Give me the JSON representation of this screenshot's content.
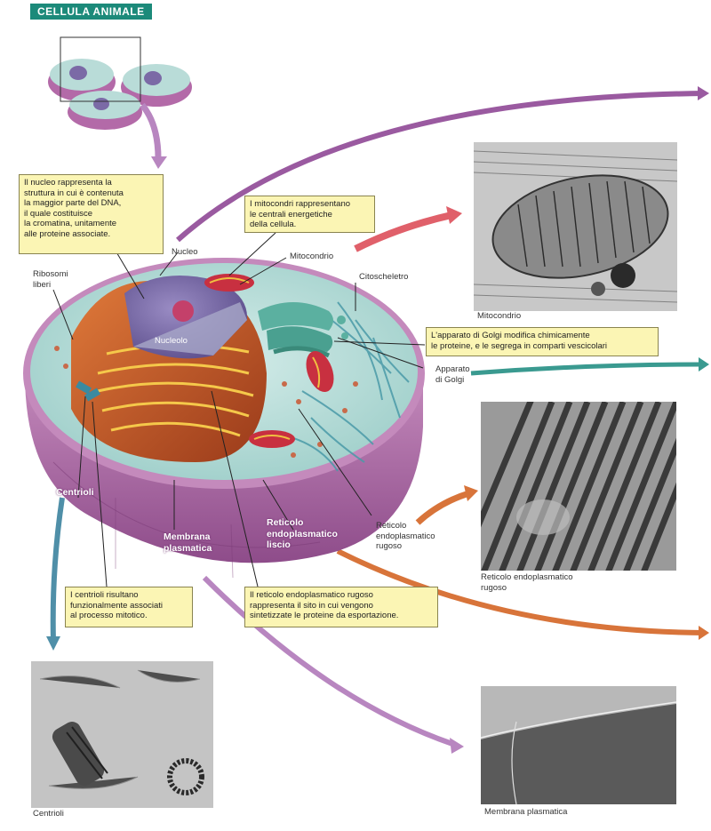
{
  "title": "CELLULA ANIMALE",
  "callouts": {
    "nucleus": "Il nucleo rappresenta la\nstruttura in cui è contenuta\nla maggior parte del DNA,\nil quale costituisce\nla cromatina, unitamente\nalle proteine associate.",
    "mitochondria": "I mitocondri rappresentano\nle centrali energetiche\ndella cellula.",
    "golgi": "L'apparato di Golgi modifica chimicamente\nle proteine, e le segrega in comparti vescicolari",
    "centrioles": "I centrioli risultano\nfunzionalmente associati\nal processo mitotico.",
    "rough_er": "Il reticolo endoplasmatico rugoso\nrappresenta il sito in cui vengono\nsintetizzate le proteine da esportazione."
  },
  "labels": {
    "nucleus": "Nucleo",
    "mitochondrion": "Mitocondrio",
    "free_ribosomes": "Ribosomi\nliberi",
    "cytoskeleton": "Citoscheletro",
    "nucleolus": "Nucleolo",
    "golgi_apparatus": "Apparato\ndi Golgi",
    "rough_er": "Reticolo\nendoplasmatico\nrugoso",
    "centrioles": "Centrioli",
    "plasma_membrane": "Membrana\nplasmatica",
    "smooth_er": "Reticolo\nendoplasmatico\nliscio"
  },
  "captions": {
    "mitochondrion": "Mitocondrio",
    "rough_er": "Reticolo endoplasmatico\nrugoso",
    "centrioles": "Centrioli",
    "plasma_membrane": "Membrana plasmatica"
  },
  "colors": {
    "title_bg": "#1c8a7a",
    "callout_bg": "#fbf5b4",
    "cytoplasm": "#b9dcd8",
    "membrane": "#b06aa8",
    "nucleus": "#7b6aa6",
    "rough_er": "#c0502a",
    "golgi": "#5bb0a0",
    "arrow_purple": "#9a5aa0",
    "arrow_red": "#e0606a",
    "arrow_teal": "#3a9a90",
    "arrow_orange": "#d8743a",
    "arrow_lilac": "#b886c0",
    "arrow_blue": "#4f8fa8"
  }
}
